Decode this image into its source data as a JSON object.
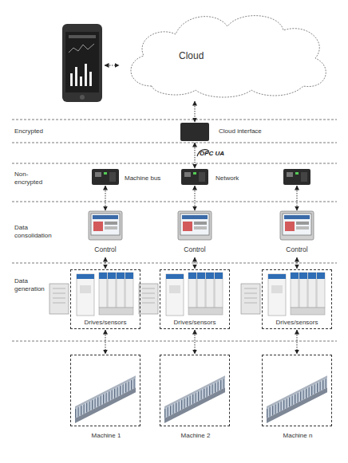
{
  "diagram": {
    "nodes": [
      {
        "text": [
          "Cloud"
        ]
      },
      {
        "text": [
          "Cloud interface"
        ]
      },
      {
        "text": [
          "Control"
        ]
      },
      {
        "text": [
          "Control"
        ]
      },
      {
        "text": [
          "Control"
        ]
      },
      {
        "text": [
          "Drives/sensors"
        ]
      },
      {
        "text": [
          "Drives/sensors"
        ]
      },
      {
        "text": [
          "Drives/sensors"
        ]
      },
      {
        "text": [
          "Machine 1"
        ]
      },
      {
        "text": [
          "Machine 2"
        ]
      },
      {
        "text": [
          "Machine n"
        ]
      }
    ],
    "edges": [
      {
        "from": 0,
        "to": 1,
        "arrow": "both"
      },
      {
        "from": 2,
        "to": 5,
        "arrow": "both"
      },
      {
        "from": 3,
        "to": 6,
        "arrow": "both"
      },
      {
        "from": 4,
        "to": 7,
        "arrow": "both"
      },
      {
        "from": 5,
        "to": 8,
        "arrow": "both"
      },
      {
        "from": 6,
        "to": 9,
        "arrow": "both"
      },
      {
        "from": 7,
        "to": 10,
        "arrow": "both"
      }
    ],
    "labels": [
      "Encrypted",
      "OPC UA",
      "Non-encrypted",
      "Machine bus",
      "Network",
      "Data consolidation",
      "Data generation"
    ]
  }
}
